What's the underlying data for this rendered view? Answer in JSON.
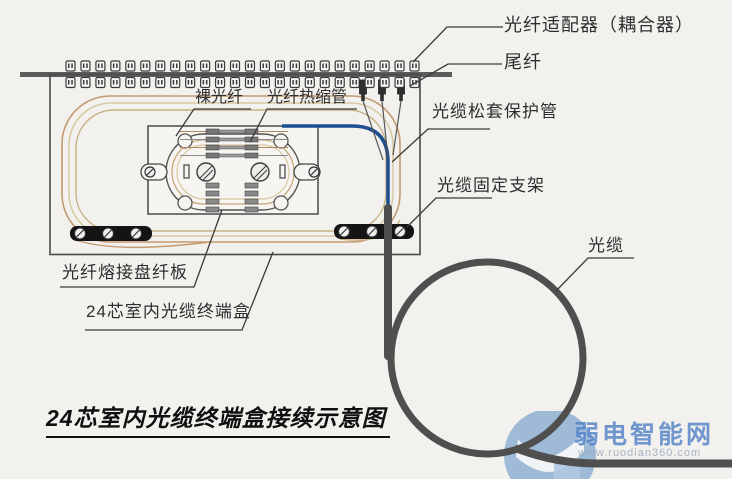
{
  "diagram": {
    "title": "24芯室内光缆终端盒接续示意图",
    "labels": {
      "adapter": "光纤适配器（耦合器）",
      "pigtail": "尾纤",
      "bare_fiber": "裸光纤",
      "heat_shrink": "光纤热缩管",
      "loose_tube": "光缆松套保护管",
      "bracket": "光缆固定支架",
      "cable": "光缆",
      "splice_tray": "光纤熔接盘纤板",
      "terminal_box": "24芯室内光缆终端盒"
    },
    "adapter_count": 24,
    "pigtail_count": 3,
    "colors": {
      "line": "#3a3a3a",
      "cable": "#4f4f4f",
      "loose_tube_blue": "#1d4e8f",
      "fiber_tan": "#c49a70",
      "fiber_wheat": "#d8c9a2",
      "fiber_olive": "#c8b184",
      "bracket_black": "#141414",
      "watermark_blue": "#4f81c7"
    }
  },
  "watermark": {
    "site_name": "弱电智能网",
    "site_url": "www.ruodian360.com"
  }
}
